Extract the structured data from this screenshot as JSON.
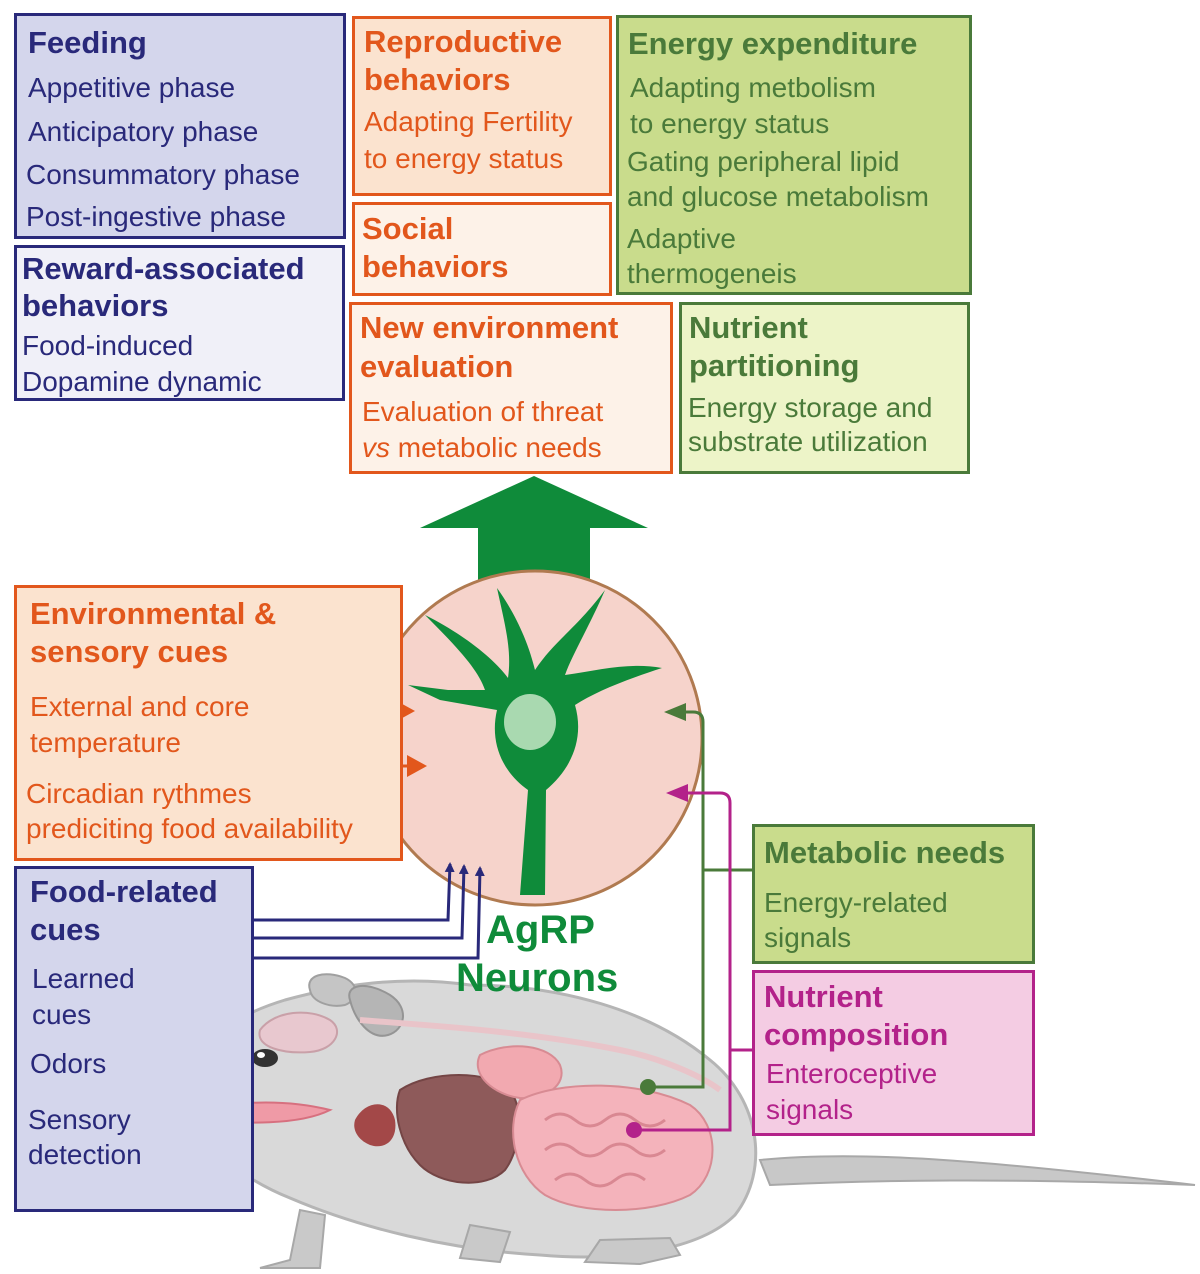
{
  "colors": {
    "navy": "#29297a",
    "navy_fill": "#d4d6ec",
    "navy_fill_light": "#f0f0f8",
    "orange": "#e2571c",
    "orange_fill": "#fbe3cf",
    "orange_fill_light": "#fdf2e8",
    "olive": "#4a7a3a",
    "olive_fill": "#c9dc8c",
    "olive_fill_light": "#edf4c8",
    "magenta": "#b3228a",
    "magenta_fill": "#f4cce3",
    "neuron_green": "#0f8b3a",
    "circle_fill": "#f6d3cb",
    "circle_stroke": "#b07a50"
  },
  "feeding": {
    "title": "Feeding",
    "items": [
      "Appetitive phase",
      "Anticipatory phase",
      "Consummatory phase",
      "Post-ingestive phase"
    ]
  },
  "reward": {
    "title_1": "Reward-associated",
    "title_2": "behaviors",
    "line_1": "Food-induced",
    "line_2": "Dopamine dynamic"
  },
  "reproductive": {
    "title_1": "Reproductive",
    "title_2": "behaviors",
    "line_1": "Adapting Fertility",
    "line_2": "to energy status"
  },
  "social": {
    "title_1": "Social",
    "title_2": "behaviors"
  },
  "new_env": {
    "title_1": "New environment",
    "title_2": "evaluation",
    "line_1": "Evaluation of threat",
    "line_2_italic": "vs",
    "line_2_rest": " metabolic needs"
  },
  "energy": {
    "title": "Energy expenditure",
    "lines": [
      "Adapting metbolism",
      "to energy status",
      "Gating peripheral lipid",
      "and glucose metabolism",
      "Adaptive",
      "thermogeneis"
    ]
  },
  "nutrient_partitioning": {
    "title_1": "Nutrient",
    "title_2": "partitioning",
    "line_1": "Energy storage and",
    "line_2": "substrate utilization"
  },
  "env_cues": {
    "title_1": "Environmental &",
    "title_2": "sensory cues",
    "lines": [
      "External and core",
      "temperature",
      "Circadian rythmes",
      "prediciting food availability"
    ]
  },
  "food_cues": {
    "title_1": "Food-related",
    "title_2": "cues",
    "lines": [
      "Learned",
      "cues",
      "Odors",
      "Sensory",
      "detection"
    ]
  },
  "metabolic": {
    "title": "Metabolic needs",
    "line_1": "Energy-related",
    "line_2": "signals"
  },
  "nutrient_comp": {
    "title_1": "Nutrient",
    "title_2": "composition",
    "line_1": "Enteroceptive",
    "line_2": "signals"
  },
  "agrp": {
    "line_1": "AgRP",
    "line_2": "Neurons"
  }
}
